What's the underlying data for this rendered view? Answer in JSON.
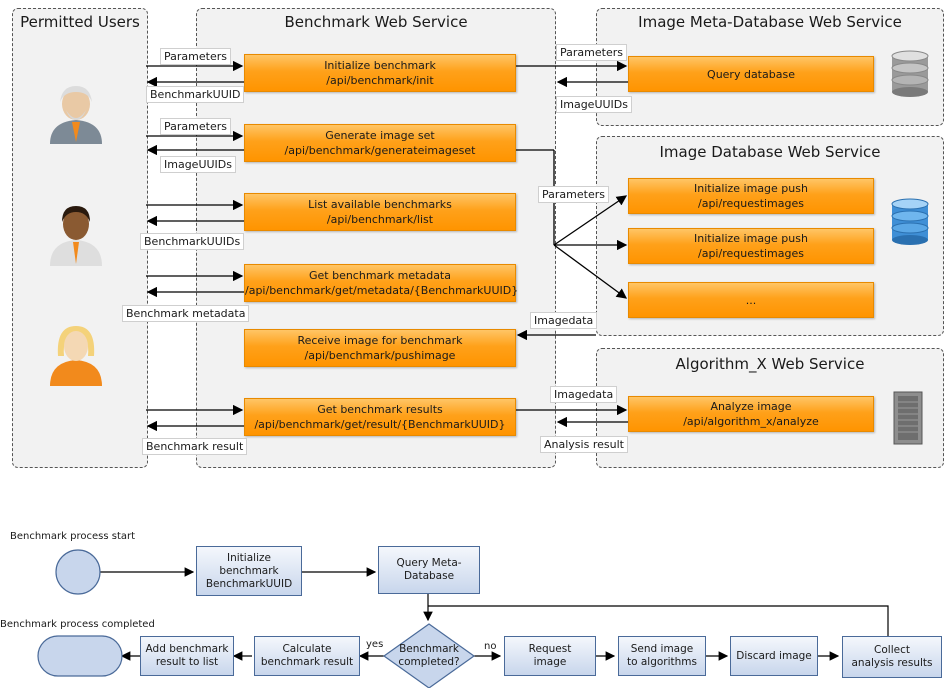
{
  "groups": {
    "permitted_users": "Permitted Users",
    "benchmark_ws": "Benchmark Web Service",
    "meta_db_ws": "Image Meta-Database Web Service",
    "image_db_ws": "Image Database Web Service",
    "algorithm_ws": "Algorithm_X Web Service"
  },
  "benchmark_boxes": [
    {
      "name": "Initialize benchmark",
      "path": "/api/benchmark/init"
    },
    {
      "name": "Generate image set",
      "path": "/api/benchmark/generateimageset"
    },
    {
      "name": "List available benchmarks",
      "path": "/api/benchmark/list"
    },
    {
      "name": "Get benchmark metadata",
      "path": "/api/benchmark/get/metadata/{BenchmarkUUID}"
    },
    {
      "name": "Receive image for benchmark",
      "path": "/api/benchmark/pushimage"
    },
    {
      "name": "Get benchmark results",
      "path": "/api/benchmark/get/result/{BenchmarkUUID}"
    }
  ],
  "meta_box": {
    "name": "Query database"
  },
  "image_boxes": [
    {
      "name": "Initialize image push",
      "path": "/api/requestimages"
    },
    {
      "name": "Initialize image push",
      "path": "/api/requestimages"
    },
    {
      "name": "..."
    }
  ],
  "algo_box": {
    "name": "Analyze image",
    "path": "/api/algorithm_x/analyze"
  },
  "labels": {
    "params1": "Parameters",
    "uuid1": "BenchmarkUUID",
    "params2": "Parameters",
    "imguuids1": "ImageUUIDs",
    "uuids_list": "BenchmarkUUIDs",
    "bench_meta": "Benchmark metadata",
    "bench_result": "Benchmark result",
    "meta_params": "Parameters",
    "meta_imguuids": "ImageUUIDs",
    "img_params": "Parameters",
    "imagedata1": "Imagedata",
    "imagedata2": "Imagedata",
    "analysis_result": "Analysis result"
  },
  "flow": {
    "start_label": "Benchmark process start",
    "end_label": "Benchmark process completed",
    "init": [
      "Initialize",
      "benchmark",
      "BenchmarkUUID"
    ],
    "query": [
      "Query Meta-",
      "Database"
    ],
    "decision": [
      "Benchmark",
      "completed?"
    ],
    "request": [
      "Request",
      "image"
    ],
    "send": [
      "Send image",
      "to algorithms"
    ],
    "discard": [
      "Discard image"
    ],
    "collect": [
      "Collect",
      "analysis results"
    ],
    "calculate": [
      "Calculate",
      "benchmark result"
    ],
    "add": [
      "Add benchmark",
      "result to list"
    ],
    "yes": "yes",
    "no": "no"
  },
  "colors": {
    "orange": "#ffa11a",
    "group_bg": "#f2f2f2",
    "flow_box": "#c8d6ec"
  }
}
